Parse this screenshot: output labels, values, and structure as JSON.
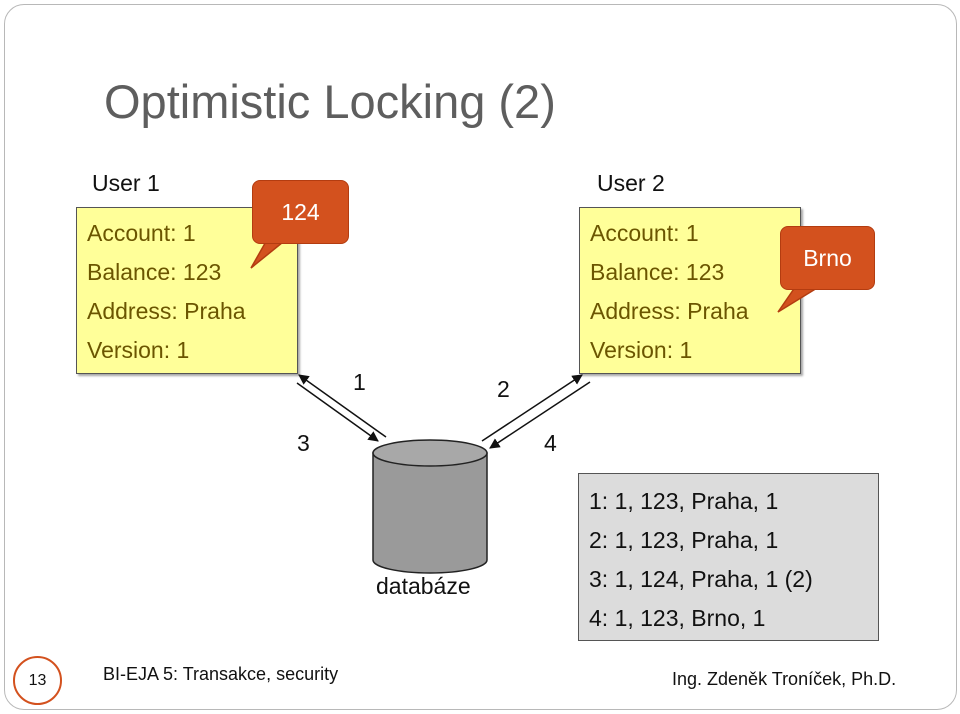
{
  "title": "Optimistic Locking (2)",
  "user1": {
    "label": "User 1",
    "lines": [
      "Account: 1",
      "Balance: 123",
      "Address: Praha",
      "Version: 1"
    ],
    "callout": "124"
  },
  "user2": {
    "label": "User 2",
    "lines": [
      "Account: 1",
      "Balance: 123",
      "Address: Praha",
      "Version: 1"
    ],
    "callout": "Brno"
  },
  "arrow_labels": [
    "1",
    "2",
    "3",
    "4"
  ],
  "database_label": "databáze",
  "log": [
    "1: 1, 123, Praha, 1",
    "2: 1, 123, Praha, 1",
    "3: 1, 124, Praha, 1 (2)",
    "4: 1, 123, Brno, 1"
  ],
  "footer": {
    "page_number": "13",
    "course": "BI-EJA 5: Transakce, security",
    "author": "Ing. Zdeněk Troníček, Ph.D."
  },
  "colors": {
    "box_fill": "#ffff99",
    "callout_fill": "#d3511e",
    "log_fill": "#dcdcdc",
    "cylinder_fill": "#9a9a9a",
    "title_color": "#5e5e5e"
  }
}
